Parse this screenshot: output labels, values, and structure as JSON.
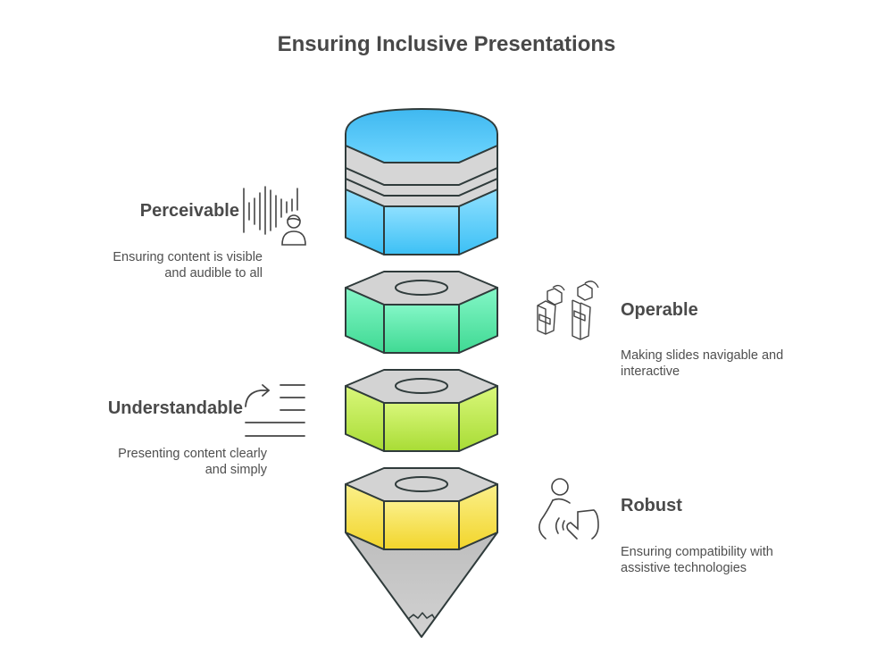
{
  "title": "Ensuring Inclusive Presentations",
  "sections": [
    {
      "label": "Perceivable",
      "description_line1": "Ensuring content is visible",
      "description_line2": "and audible to all",
      "icon": "sound-wave-person-icon",
      "color": "#4fc3f7"
    },
    {
      "label": "Operable",
      "description_line1": "Making slides navigable and",
      "description_line2": "interactive",
      "icon": "interactive-slides-icon",
      "color": "#5fe8ad"
    },
    {
      "label": "Understandable",
      "description_line1": "Presenting content clearly",
      "description_line2": "and simply",
      "icon": "text-lines-arrow-icon",
      "color": "#bde84a"
    },
    {
      "label": "Robust",
      "description_line1": "Ensuring compatibility with",
      "description_line2": "assistive technologies",
      "icon": "assistive-touch-icon",
      "color": "#f7e448"
    }
  ],
  "colors": {
    "stroke": "#2f3b3b",
    "gray_face": "#d3d3d3",
    "text": "#4a4a4a"
  }
}
